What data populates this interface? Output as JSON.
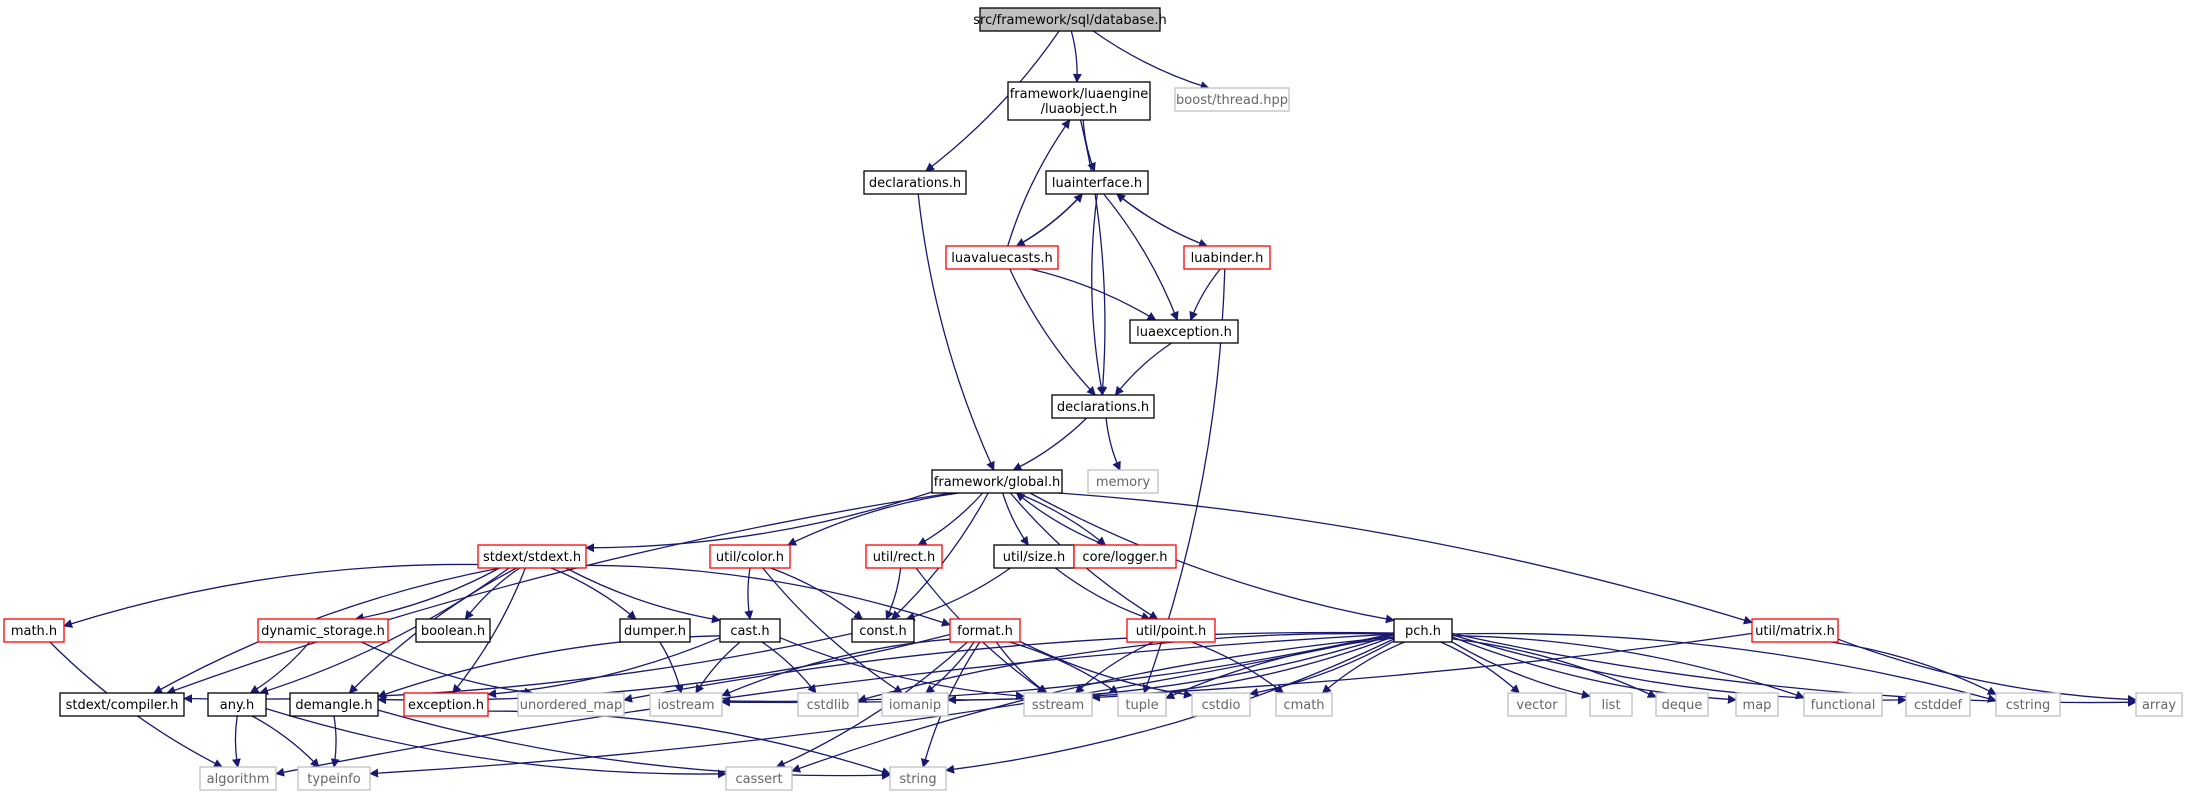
{
  "colors": {
    "edge": "#191970",
    "box_normal": "#000000",
    "box_red": "#ff0000",
    "box_gray": "#bfbfbf",
    "root_fill": "#bfbfbf"
  },
  "nodes": [
    {
      "id": "database",
      "lines": [
        "src/framework/sql/database.h"
      ],
      "style": "root"
    },
    {
      "id": "luaobject",
      "lines": [
        "framework/luaengine",
        "/luaobject.h"
      ],
      "style": "normal"
    },
    {
      "id": "boostthread",
      "lines": [
        "boost/thread.hpp"
      ],
      "style": "gray"
    },
    {
      "id": "decl1",
      "lines": [
        "declarations.h"
      ],
      "style": "normal"
    },
    {
      "id": "luainterface",
      "lines": [
        "luainterface.h"
      ],
      "style": "normal"
    },
    {
      "id": "luavaluecasts",
      "lines": [
        "luavaluecasts.h"
      ],
      "style": "red"
    },
    {
      "id": "luabinder",
      "lines": [
        "luabinder.h"
      ],
      "style": "red"
    },
    {
      "id": "luaexception",
      "lines": [
        "luaexception.h"
      ],
      "style": "normal"
    },
    {
      "id": "decl2",
      "lines": [
        "declarations.h"
      ],
      "style": "normal"
    },
    {
      "id": "memory",
      "lines": [
        "memory"
      ],
      "style": "gray"
    },
    {
      "id": "global",
      "lines": [
        "framework/global.h"
      ],
      "style": "normal"
    },
    {
      "id": "stdext",
      "lines": [
        "stdext/stdext.h"
      ],
      "style": "red"
    },
    {
      "id": "color",
      "lines": [
        "util/color.h"
      ],
      "style": "red"
    },
    {
      "id": "rect",
      "lines": [
        "util/rect.h"
      ],
      "style": "red"
    },
    {
      "id": "size",
      "lines": [
        "util/size.h"
      ],
      "style": "normal"
    },
    {
      "id": "logger",
      "lines": [
        "core/logger.h"
      ],
      "style": "red"
    },
    {
      "id": "matrix",
      "lines": [
        "util/matrix.h"
      ],
      "style": "red"
    },
    {
      "id": "math",
      "lines": [
        "math.h"
      ],
      "style": "red"
    },
    {
      "id": "dynstorage",
      "lines": [
        "dynamic_storage.h"
      ],
      "style": "red"
    },
    {
      "id": "boolean",
      "lines": [
        "boolean.h"
      ],
      "style": "normal"
    },
    {
      "id": "dumper",
      "lines": [
        "dumper.h"
      ],
      "style": "normal"
    },
    {
      "id": "cast",
      "lines": [
        "cast.h"
      ],
      "style": "normal"
    },
    {
      "id": "const",
      "lines": [
        "const.h"
      ],
      "style": "normal"
    },
    {
      "id": "format",
      "lines": [
        "format.h"
      ],
      "style": "red"
    },
    {
      "id": "point",
      "lines": [
        "util/point.h"
      ],
      "style": "red"
    },
    {
      "id": "pch",
      "lines": [
        "pch.h"
      ],
      "style": "normal"
    },
    {
      "id": "compiler",
      "lines": [
        "stdext/compiler.h"
      ],
      "style": "normal"
    },
    {
      "id": "any",
      "lines": [
        "any.h"
      ],
      "style": "normal"
    },
    {
      "id": "demangle",
      "lines": [
        "demangle.h"
      ],
      "style": "normal"
    },
    {
      "id": "exception",
      "lines": [
        "exception.h"
      ],
      "style": "red"
    },
    {
      "id": "unordered_map",
      "lines": [
        "unordered_map"
      ],
      "style": "gray"
    },
    {
      "id": "iostream",
      "lines": [
        "iostream"
      ],
      "style": "gray"
    },
    {
      "id": "cstdlib",
      "lines": [
        "cstdlib"
      ],
      "style": "gray"
    },
    {
      "id": "iomanip",
      "lines": [
        "iomanip"
      ],
      "style": "gray"
    },
    {
      "id": "sstream",
      "lines": [
        "sstream"
      ],
      "style": "gray"
    },
    {
      "id": "tuple",
      "lines": [
        "tuple"
      ],
      "style": "gray"
    },
    {
      "id": "cstdio",
      "lines": [
        "cstdio"
      ],
      "style": "gray"
    },
    {
      "id": "cmath",
      "lines": [
        "cmath"
      ],
      "style": "gray"
    },
    {
      "id": "vector",
      "lines": [
        "vector"
      ],
      "style": "gray"
    },
    {
      "id": "list",
      "lines": [
        "list"
      ],
      "style": "gray"
    },
    {
      "id": "deque",
      "lines": [
        "deque"
      ],
      "style": "gray"
    },
    {
      "id": "map",
      "lines": [
        "map"
      ],
      "style": "gray"
    },
    {
      "id": "functional",
      "lines": [
        "functional"
      ],
      "style": "gray"
    },
    {
      "id": "cstddef",
      "lines": [
        "cstddef"
      ],
      "style": "gray"
    },
    {
      "id": "cstring",
      "lines": [
        "cstring"
      ],
      "style": "gray"
    },
    {
      "id": "array",
      "lines": [
        "array"
      ],
      "style": "gray"
    },
    {
      "id": "algorithm",
      "lines": [
        "algorithm"
      ],
      "style": "gray"
    },
    {
      "id": "typeinfo",
      "lines": [
        "typeinfo"
      ],
      "style": "gray"
    },
    {
      "id": "cassert",
      "lines": [
        "cassert"
      ],
      "style": "gray"
    },
    {
      "id": "string",
      "lines": [
        "string"
      ],
      "style": "gray"
    }
  ],
  "edges": [
    [
      "database",
      "luaobject"
    ],
    [
      "database",
      "boostthread"
    ],
    [
      "database",
      "decl1"
    ],
    [
      "luaobject",
      "luainterface"
    ],
    [
      "luaobject",
      "decl2"
    ],
    [
      "decl1",
      "global"
    ],
    [
      "luainterface",
      "luavaluecasts"
    ],
    [
      "luainterface",
      "luabinder"
    ],
    [
      "luainterface",
      "luaexception"
    ],
    [
      "luainterface",
      "decl2"
    ],
    [
      "luavaluecasts",
      "luaobject"
    ],
    [
      "luavaluecasts",
      "luainterface"
    ],
    [
      "luavaluecasts",
      "luaexception"
    ],
    [
      "luavaluecasts",
      "decl2"
    ],
    [
      "luabinder",
      "luainterface"
    ],
    [
      "luabinder",
      "luaexception"
    ],
    [
      "luabinder",
      "tuple"
    ],
    [
      "luaexception",
      "decl2"
    ],
    [
      "decl2",
      "global"
    ],
    [
      "decl2",
      "memory"
    ],
    [
      "global",
      "stdext"
    ],
    [
      "global",
      "color"
    ],
    [
      "global",
      "rect"
    ],
    [
      "global",
      "size"
    ],
    [
      "global",
      "logger"
    ],
    [
      "global",
      "point"
    ],
    [
      "global",
      "matrix"
    ],
    [
      "global",
      "pch"
    ],
    [
      "global",
      "const"
    ],
    [
      "global",
      "compiler"
    ],
    [
      "logger",
      "global"
    ],
    [
      "stdext",
      "math"
    ],
    [
      "stdext",
      "dynstorage"
    ],
    [
      "stdext",
      "boolean"
    ],
    [
      "stdext",
      "dumper"
    ],
    [
      "stdext",
      "cast"
    ],
    [
      "stdext",
      "format"
    ],
    [
      "stdext",
      "compiler"
    ],
    [
      "stdext",
      "any"
    ],
    [
      "stdext",
      "demangle"
    ],
    [
      "stdext",
      "exception"
    ],
    [
      "color",
      "cast"
    ],
    [
      "color",
      "const"
    ],
    [
      "color",
      "iomanip"
    ],
    [
      "rect",
      "const"
    ],
    [
      "rect",
      "sstream"
    ],
    [
      "size",
      "const"
    ],
    [
      "size",
      "point"
    ],
    [
      "matrix",
      "cstring"
    ],
    [
      "matrix",
      "array"
    ],
    [
      "matrix",
      "iostream"
    ],
    [
      "math",
      "algorithm"
    ],
    [
      "dynstorage",
      "any"
    ],
    [
      "dynstorage",
      "unordered_map"
    ],
    [
      "dumper",
      "iostream"
    ],
    [
      "cast",
      "demangle"
    ],
    [
      "cast",
      "exception"
    ],
    [
      "cast",
      "iostream"
    ],
    [
      "cast",
      "cstdlib"
    ],
    [
      "cast",
      "sstream"
    ],
    [
      "const",
      "compiler"
    ],
    [
      "format",
      "iostream"
    ],
    [
      "format",
      "iomanip"
    ],
    [
      "format",
      "sstream"
    ],
    [
      "format",
      "tuple"
    ],
    [
      "format",
      "cstdio"
    ],
    [
      "format",
      "cassert"
    ],
    [
      "format",
      "string"
    ],
    [
      "format",
      "demangle"
    ],
    [
      "point",
      "sstream"
    ],
    [
      "point",
      "cmath"
    ],
    [
      "pch",
      "cstdlib"
    ],
    [
      "pch",
      "iostream"
    ],
    [
      "pch",
      "unordered_map"
    ],
    [
      "pch",
      "vector"
    ],
    [
      "pch",
      "list"
    ],
    [
      "pch",
      "deque"
    ],
    [
      "pch",
      "map"
    ],
    [
      "pch",
      "functional"
    ],
    [
      "pch",
      "cstddef"
    ],
    [
      "pch",
      "cstring"
    ],
    [
      "pch",
      "array"
    ],
    [
      "pch",
      "sstream"
    ],
    [
      "pch",
      "tuple"
    ],
    [
      "pch",
      "cstdio"
    ],
    [
      "pch",
      "cmath"
    ],
    [
      "pch",
      "iomanip"
    ],
    [
      "pch",
      "algorithm"
    ],
    [
      "pch",
      "typeinfo"
    ],
    [
      "pch",
      "cassert"
    ],
    [
      "pch",
      "string"
    ],
    [
      "any",
      "algorithm"
    ],
    [
      "any",
      "typeinfo"
    ],
    [
      "any",
      "cassert"
    ],
    [
      "demangle",
      "typeinfo"
    ],
    [
      "demangle",
      "string"
    ],
    [
      "exception",
      "string"
    ]
  ]
}
